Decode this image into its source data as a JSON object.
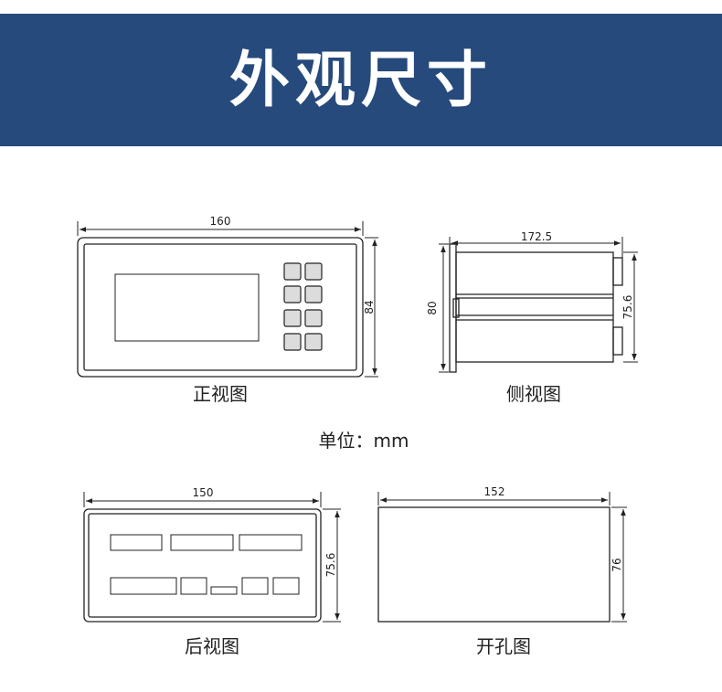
{
  "header": {
    "title": "外观尺寸"
  },
  "units": {
    "label": "单位：mm"
  },
  "views": {
    "front": {
      "label": "正视图",
      "width": "160",
      "height": "84"
    },
    "side": {
      "label": "侧视图",
      "depth": "172.5",
      "height": "80",
      "inner_height": "75.6"
    },
    "rear": {
      "label": "后视图",
      "width": "150",
      "height": "75.6"
    },
    "cutout": {
      "label": "开孔图",
      "width": "152",
      "height": "76"
    }
  },
  "colors": {
    "banner": "#264a7c",
    "line": "#222222",
    "key_fill": "#dcdcdc"
  }
}
